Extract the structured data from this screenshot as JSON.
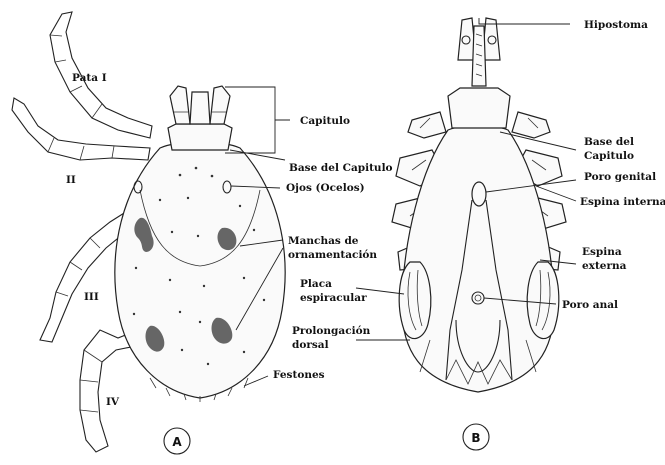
{
  "figure_a": {
    "letter": "A",
    "leg_labels": [
      "Pata I",
      "II",
      "III",
      "IV"
    ],
    "labels": {
      "capitulo": "Capitulo",
      "base_capitulo": "Base del Capitulo",
      "ojos": "Ojos (Ocelos)",
      "manchas_1": "Manchas de",
      "manchas_2": "ornamentación",
      "festones": "Festones"
    }
  },
  "figure_b": {
    "letter": "B",
    "labels": {
      "hipostoma": "Hipostoma",
      "base_1": "Base del",
      "base_2": "Capitulo",
      "poro_genital": "Poro genital",
      "espina_interna": "Espina interna",
      "espina_ext_1": "Espina",
      "espina_ext_2": "externa",
      "placa_1": "Placa",
      "placa_2": "espiracular",
      "prolong_1": "Prolongación",
      "prolong_2": "dorsal",
      "poro_anal": "Poro anal"
    }
  }
}
